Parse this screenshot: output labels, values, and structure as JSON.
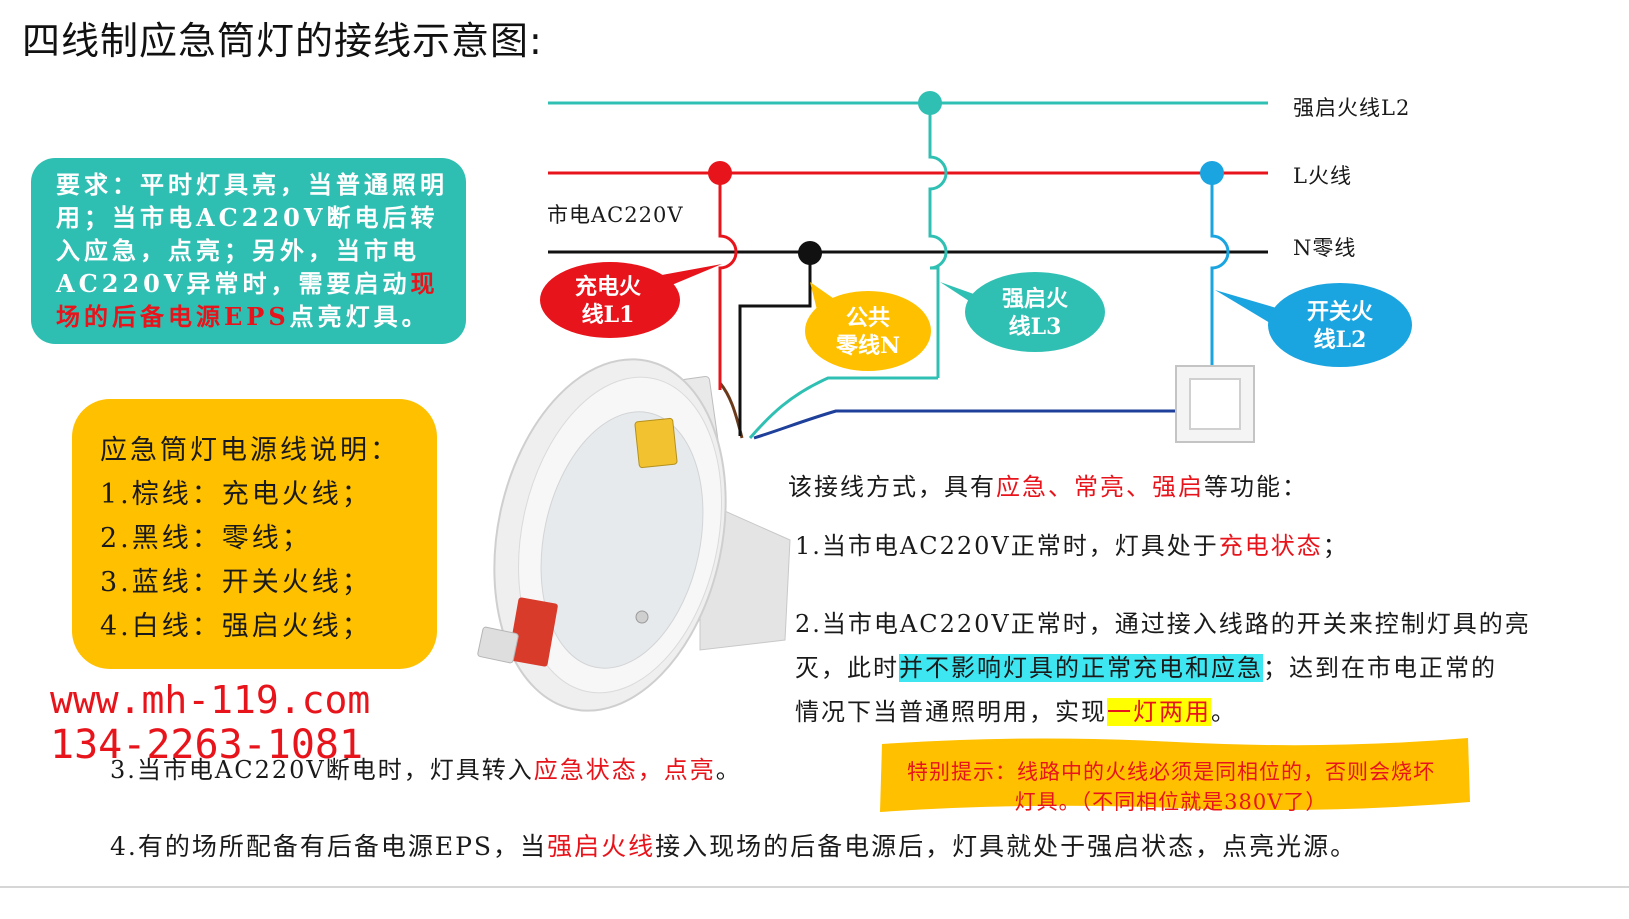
{
  "title": "四线制应急筒灯的接线示意图:",
  "requirement": {
    "part1": "要求：平时灯具亮，当普通照明用；当市电AC220V断电后转入应急，点亮；另外，当市电AC220V异常时，需要启动",
    "part2_red": "现场的后备电源EPS",
    "part3": "点亮灯具。"
  },
  "wire_legend": {
    "heading": "应急筒灯电源线说明：",
    "items": [
      "1.棕线：充电火线；",
      "2.黑线：零线；",
      "3.蓝线：开关火线；",
      "4.白线：强启火线；"
    ]
  },
  "contact": {
    "website": "www.mh-119.com",
    "phone": "134-2263-1081"
  },
  "diagram": {
    "line_labels": {
      "l2": "强启火线L2",
      "l": "L火线",
      "n": "N零线",
      "mains": "市电AC220V"
    },
    "bubbles": {
      "l1": [
        "充电火",
        "线L1"
      ],
      "n": [
        "公共",
        "零线N"
      ],
      "l3": [
        "强启火",
        "线L3"
      ],
      "l2": [
        "开关火",
        "线L2"
      ]
    },
    "colors": {
      "teal": "#30c0b3",
      "red": "#e8141b",
      "black": "#111111",
      "blue": "#1aa4e0",
      "yellow": "#ffc000"
    },
    "icons": [
      "downlight-image",
      "wall-switch-icon"
    ]
  },
  "functions": {
    "intro_a": "该接线方式，具有",
    "intro_red": "应急、常亮、强启",
    "intro_b": "等功能：",
    "item1_a": "1.当市电AC220V正常时，灯具处于",
    "item1_red": "充电状态",
    "item1_b": "；",
    "item2_line1": "2.当市电AC220V正常时，通过接入线路的开关来控制灯具的亮",
    "item2_line2_a": "灭，此时",
    "item2_line2_hl": "并不影响灯具的正常充电和应急",
    "item2_line2_b": "；达到在市电正常的",
    "item2_line3_a": "情况下当普通照明用，实现",
    "item2_line3_hl": "一灯两用",
    "item2_line3_b": "。",
    "item3_a": "3.当市电AC220V断电时，灯具转入",
    "item3_red": "应急状态，点亮",
    "item3_b": "。",
    "item4_a": "4.有的场所配备有后备电源EPS，当",
    "item4_red": "强启火线",
    "item4_b": "接入现场的后备电源后，灯具就处于强启状态，点亮光源。"
  },
  "tip": {
    "line1": "特别提示：线路中的火线必须是同相位的，否则会烧坏",
    "line2": "灯具。（不同相位就是380V了）"
  }
}
